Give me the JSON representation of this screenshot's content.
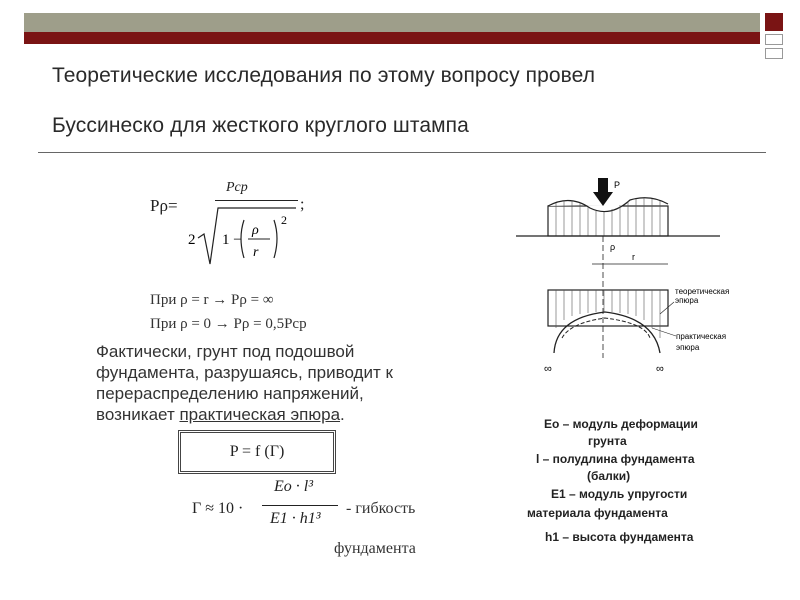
{
  "slide": {
    "title_line1": "Теоретические исследования по этому вопросу провел",
    "title_line2": "Буссинеско  для жесткого круглого штампа"
  },
  "formula1": {
    "lhs": "Pρ=",
    "numerator": "Pср",
    "denominator_text": "2√(1 − (ρ/r)²)",
    "suffix": ";"
  },
  "conditions": [
    "При ρ = r → Pρ = ∞",
    "При ρ = 0 → Pρ = 0,5Pср"
  ],
  "paragraph": {
    "line1": "Фактически, грунт под подошвой",
    "line2": "фундамента, разрушаясь, приводит к",
    "line3": "перераспределению напряжений,",
    "line4_start": "возникает ",
    "line4_underlined": "практическая эпюра",
    "line4_end": "."
  },
  "boxed_formula": "P = f (Г)",
  "flexibility": {
    "lhs": "Г ≈ 10",
    "dot": "·",
    "numerator": "Eo · l³",
    "denominator": "E1 · h1³",
    "label_part1": "- гибкость",
    "label_part2": "фундамента"
  },
  "diagram": {
    "load_label": "P",
    "rho_label": "ρ",
    "r_label": "r",
    "theoretical_label_1": "теоретическая",
    "theoretical_label_2": "эпюра",
    "practical_label_1": "практическая",
    "practical_label_2": "эпюра",
    "infinity_left": "∞",
    "infinity_right": "∞"
  },
  "notes": {
    "n1": "Eo – модуль деформации",
    "n2": "грунта",
    "n3": "l – полудлина фундамента",
    "n4": "(балки)",
    "n5": "E1 – модуль упругости",
    "n6": "материала фундамента",
    "n7": "h1 – высота фундамента"
  },
  "colors": {
    "top_bar": "#9e9e8a",
    "accent": "#7a1414"
  }
}
